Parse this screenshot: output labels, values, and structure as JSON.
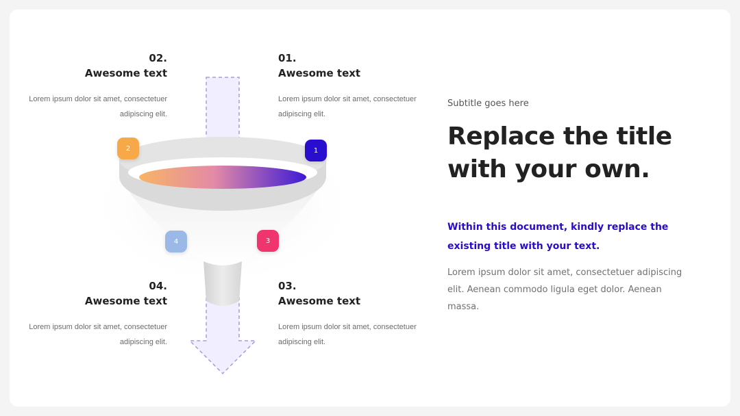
{
  "colors": {
    "accent": "#2b0bc9",
    "badge_1": "#2a0ed0",
    "badge_2": "#f7a94a",
    "badge_3": "#f0346e",
    "badge_4": "#9ab9e6",
    "funnel_grey": "#dcdcdc",
    "arrow_fill": "#f1efff",
    "arrow_stroke": "#a79be0"
  },
  "steps": [
    {
      "number": "01.",
      "title": "Awesome text",
      "description": "Lorem ipsum dolor sit amet, consectetuer adipiscing elit.",
      "badge": "1"
    },
    {
      "number": "02.",
      "title": "Awesome text",
      "description": "Lorem ipsum dolor sit amet, consectetuer adipiscing elit.",
      "badge": "2"
    },
    {
      "number": "03.",
      "title": "Awesome text",
      "description": "Lorem ipsum dolor sit amet, consectetuer adipiscing elit.",
      "badge": "3"
    },
    {
      "number": "04.",
      "title": "Awesome text",
      "description": "Lorem ipsum dolor sit amet, consectetuer adipiscing elit.",
      "badge": "4"
    }
  ],
  "panel": {
    "subtitle": "Subtitle goes here",
    "title": "Replace the title with your own.",
    "highlight": "Within this document, kindly replace the existing title with your text.",
    "body": "Lorem ipsum dolor sit amet, consectetuer adipiscing elit. Aenean commodo ligula eget dolor. Aenean massa."
  }
}
